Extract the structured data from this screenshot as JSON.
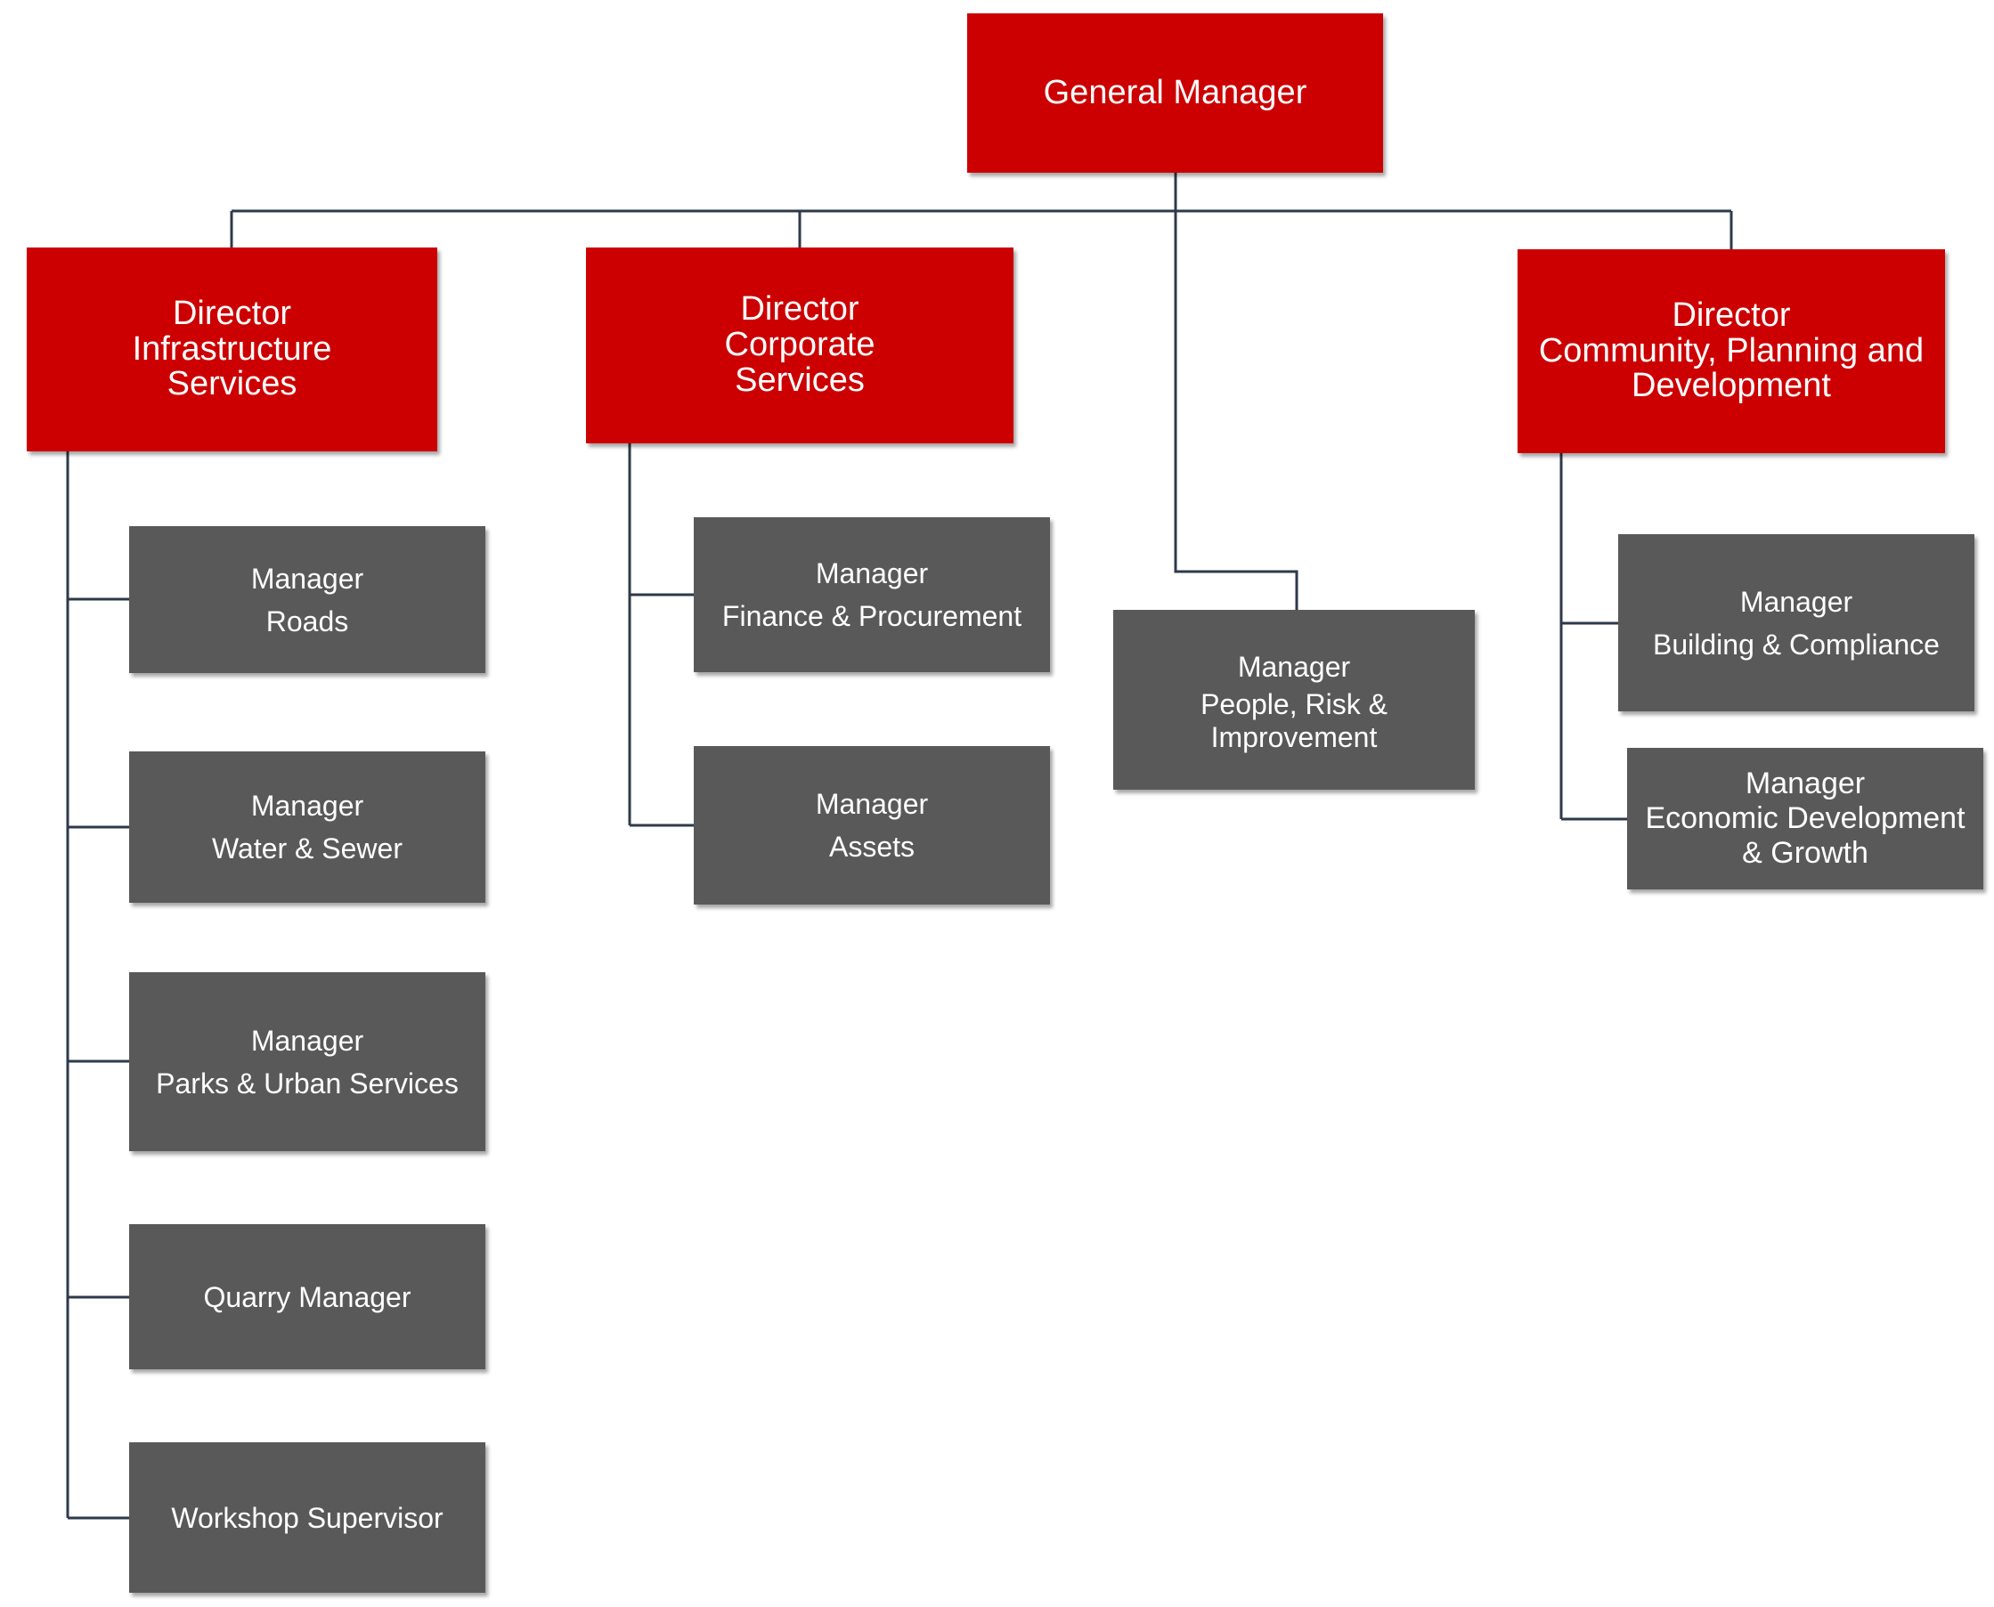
{
  "colors": {
    "director": "#cc0000",
    "manager": "#595959",
    "connector": "#2e3a4a",
    "text": "#ffffff"
  },
  "general_manager": {
    "title": "General Manager"
  },
  "directors": [
    {
      "line1": "Director",
      "line2": "Infrastructure",
      "line3": "Services"
    },
    {
      "line1": "Director",
      "line2": "Corporate",
      "line3": "Services"
    },
    {
      "line1": "Director",
      "line2": "Community, Planning and",
      "line3": "Development"
    }
  ],
  "infrastructure_reports": [
    {
      "line1": "Manager",
      "line2": "Roads"
    },
    {
      "line1": "Manager",
      "line2": "Water & Sewer"
    },
    {
      "line1": "Manager",
      "line2": "Parks & Urban Services"
    },
    {
      "line1": "Quarry Manager"
    },
    {
      "line1": "Workshop Supervisor"
    }
  ],
  "corporate_reports": [
    {
      "line1": "Manager",
      "line2": "Finance & Procurement"
    },
    {
      "line1": "Manager",
      "line2": "Assets"
    }
  ],
  "people_manager": {
    "line1": "Manager",
    "line2": "People, Risk &",
    "line3": "Improvement"
  },
  "community_reports": [
    {
      "line1": "Manager",
      "line2": "Building & Compliance"
    },
    {
      "line1": "Manager",
      "line2": "Economic Development",
      "line3": "& Growth"
    }
  ]
}
